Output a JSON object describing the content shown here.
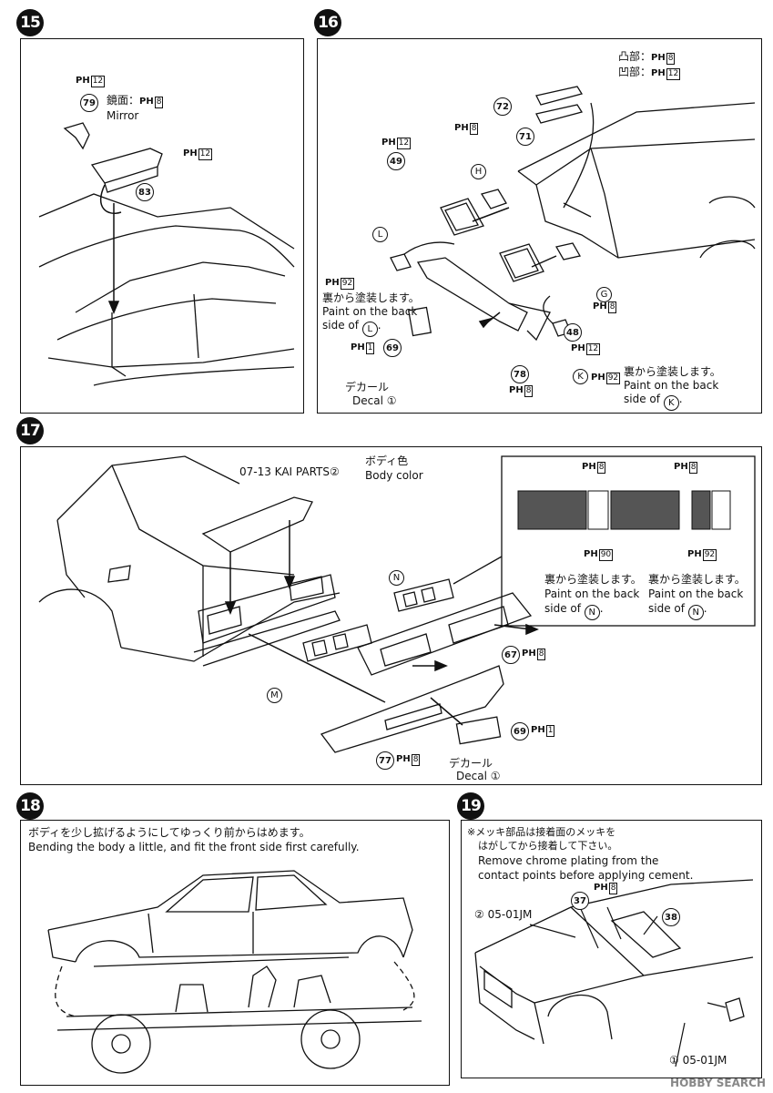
{
  "steps": {
    "s15": "15",
    "s16": "16",
    "s17": "17",
    "s18": "18",
    "s19": "19"
  },
  "paint": {
    "ph": "PH",
    "c1": "1",
    "c8": "8",
    "c12": "12",
    "c90": "90",
    "c92": "92"
  },
  "panel15": {
    "part79": "79",
    "part83": "83",
    "mirror_jp": "鏡面：",
    "mirror_en": "Mirror"
  },
  "panel16": {
    "convex": "凸部：",
    "concave": "凹部：",
    "parts": {
      "p72": "72",
      "p71": "71",
      "p49": "49",
      "p48": "48",
      "p78": "78",
      "p69": "69"
    },
    "letters": {
      "H": "H",
      "L": "L",
      "G": "G",
      "K": "K"
    },
    "back_jp": "裏から塗装します。",
    "back_en1": "Paint on the back",
    "back_en2": "side of",
    "decal_jp": "デカール",
    "decal_en": "Decal",
    "decal_num": "①"
  },
  "panel17": {
    "kai": "07-13 KAI PARTS",
    "kai_num": "②",
    "body_jp": "ボディ色",
    "body_en": "Body color",
    "letters": {
      "N": "N",
      "M": "M"
    },
    "parts": {
      "p67": "67",
      "p77": "77",
      "p69": "69"
    },
    "back_jp": "裏から塗装します。",
    "back_en1": "Paint on the back",
    "back_en2": "side of",
    "decal_jp": "デカール",
    "decal_en": "Decal",
    "decal_num": "①"
  },
  "panel18": {
    "jp": "ボディを少し拡げるようにしてゆっくり前からはめます。",
    "en": "Bending the body a little, and fit the front side first carefully."
  },
  "panel19": {
    "jp1": "※メッキ部品は接着面のメッキを",
    "jp2": "はがしてから接着して下さい。",
    "en1": "Remove chrome plating from the",
    "en2": "contact points before applying cement.",
    "ref2": "②",
    "ref2_label": "05-01JM",
    "ref1": "①",
    "ref1_label": "05-01JM",
    "p37": "37",
    "p38": "38"
  },
  "watermark": "HOBBY SEARCH"
}
